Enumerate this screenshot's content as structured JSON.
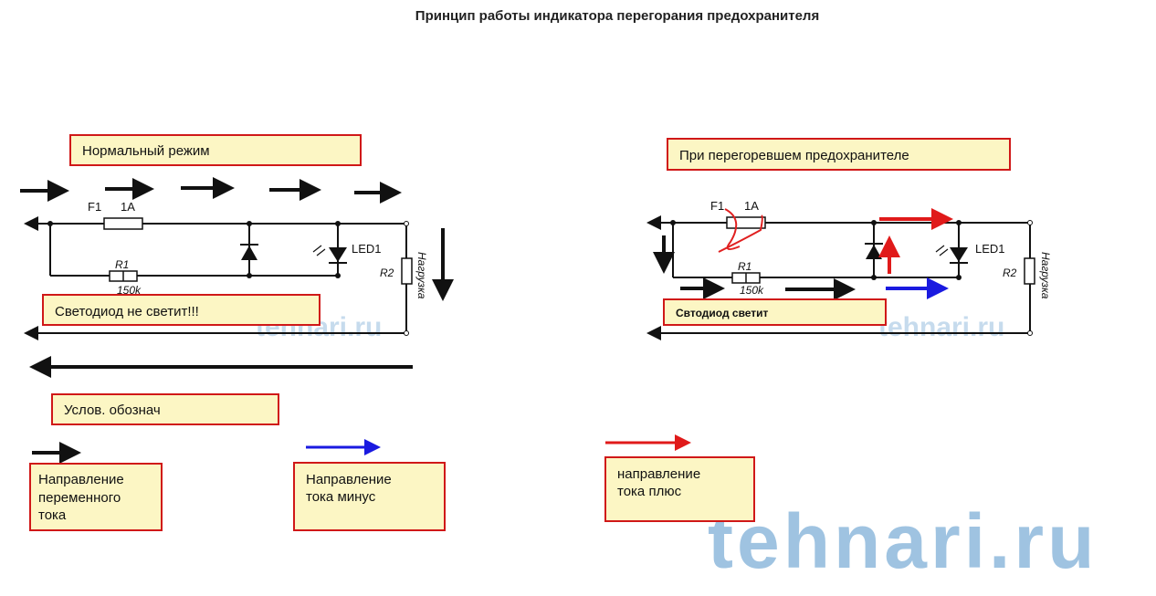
{
  "title": "Принцип работы индикатора перегорания предохранителя",
  "left": {
    "mode_label": "Нормальный режим",
    "status_label": "Светодиод не светит!!!",
    "fuse": "F1",
    "fuse_rating": "1A",
    "r1": "R1",
    "r1_value": "150k",
    "led": "LED1",
    "r2": "R2",
    "load": "Нагрузка"
  },
  "right": {
    "mode_label": "При перегоревшем предохранителе",
    "status_label": "Свтодиод светит",
    "fuse": "F1",
    "fuse_rating": "1A",
    "r1": "R1",
    "r1_value": "150k",
    "led": "LED1",
    "r2": "R2",
    "load": "Нагрузка"
  },
  "legend": {
    "title": "Услов. обознач",
    "items": [
      {
        "line1": "Направление",
        "line2": "переменного",
        "line3": "тока",
        "color": "#111111"
      },
      {
        "line1": "Направление",
        "line2": "тока минус",
        "color": "#1a1ae0"
      },
      {
        "line1": "направление",
        "line2": "тока плюс",
        "color": "#e01a1a"
      }
    ]
  },
  "watermark": "tehnari.ru"
}
